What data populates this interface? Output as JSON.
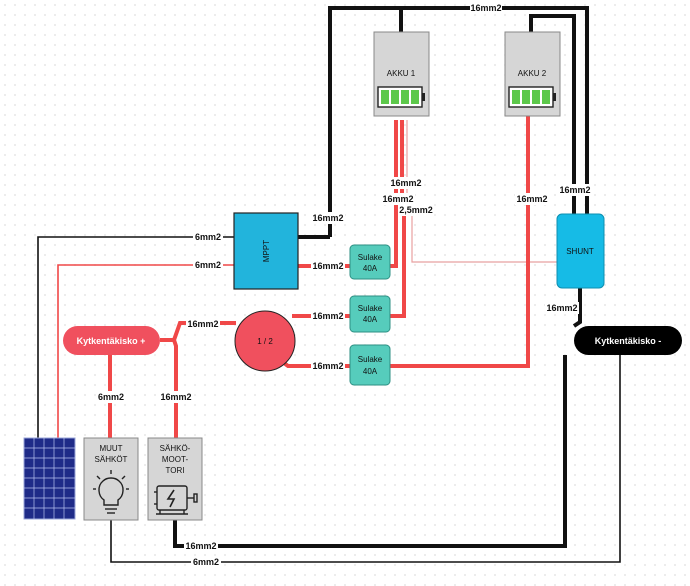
{
  "components": {
    "akku1": "AKKU 1",
    "akku2": "AKKU 2",
    "mppt": "MPPT",
    "shunt": "SHUNT",
    "fuse_label": "Sulake",
    "fuse_rating": "40A",
    "switch": "1 / 2",
    "busbar_pos": "Kytkentäkisko +",
    "busbar_neg": "Kytkentäkisko -",
    "muut_line1": "MUUT",
    "muut_line2": "SÄHKÖT",
    "motor_line1": "SÄHKÖ-",
    "motor_line2": "MOOT-",
    "motor_line3": "TORI"
  },
  "cable_labels": {
    "top": "16mm2",
    "mppt_to_top": "16mm2",
    "akku1_pos_a": "16mm2",
    "akku1_pos_b": "16mm2",
    "akku1_sense": "2,5mm2",
    "akku2_pos": "16mm2",
    "akku2_neg": "16mm2",
    "panel_neg": "6mm2",
    "panel_pos": "6mm2",
    "mppt_to_fuse": "16mm2",
    "busbar_to_switch": "16mm2",
    "switch_to_fuse2": "16mm2",
    "switch_to_fuse3": "16mm2",
    "muut_feed": "6mm2",
    "motor_feed": "16mm2",
    "shunt_to_neg": "16mm2",
    "bottom_motor": "16mm2",
    "bottom_muut": "6mm2"
  },
  "colors": {
    "positive": "#f04848",
    "negative": "#111111",
    "mppt": "#22b4dc",
    "shunt": "#16bbe6",
    "fuse": "#56ccbc",
    "switch": "#f0505e",
    "busbar_pos": "#f0505e",
    "busbar_neg": "#000000",
    "battery_cell": "#5cc84a"
  },
  "icons": [
    "solar-panel-icon",
    "lightbulb-icon",
    "electric-motor-icon",
    "battery-level-icon"
  ]
}
